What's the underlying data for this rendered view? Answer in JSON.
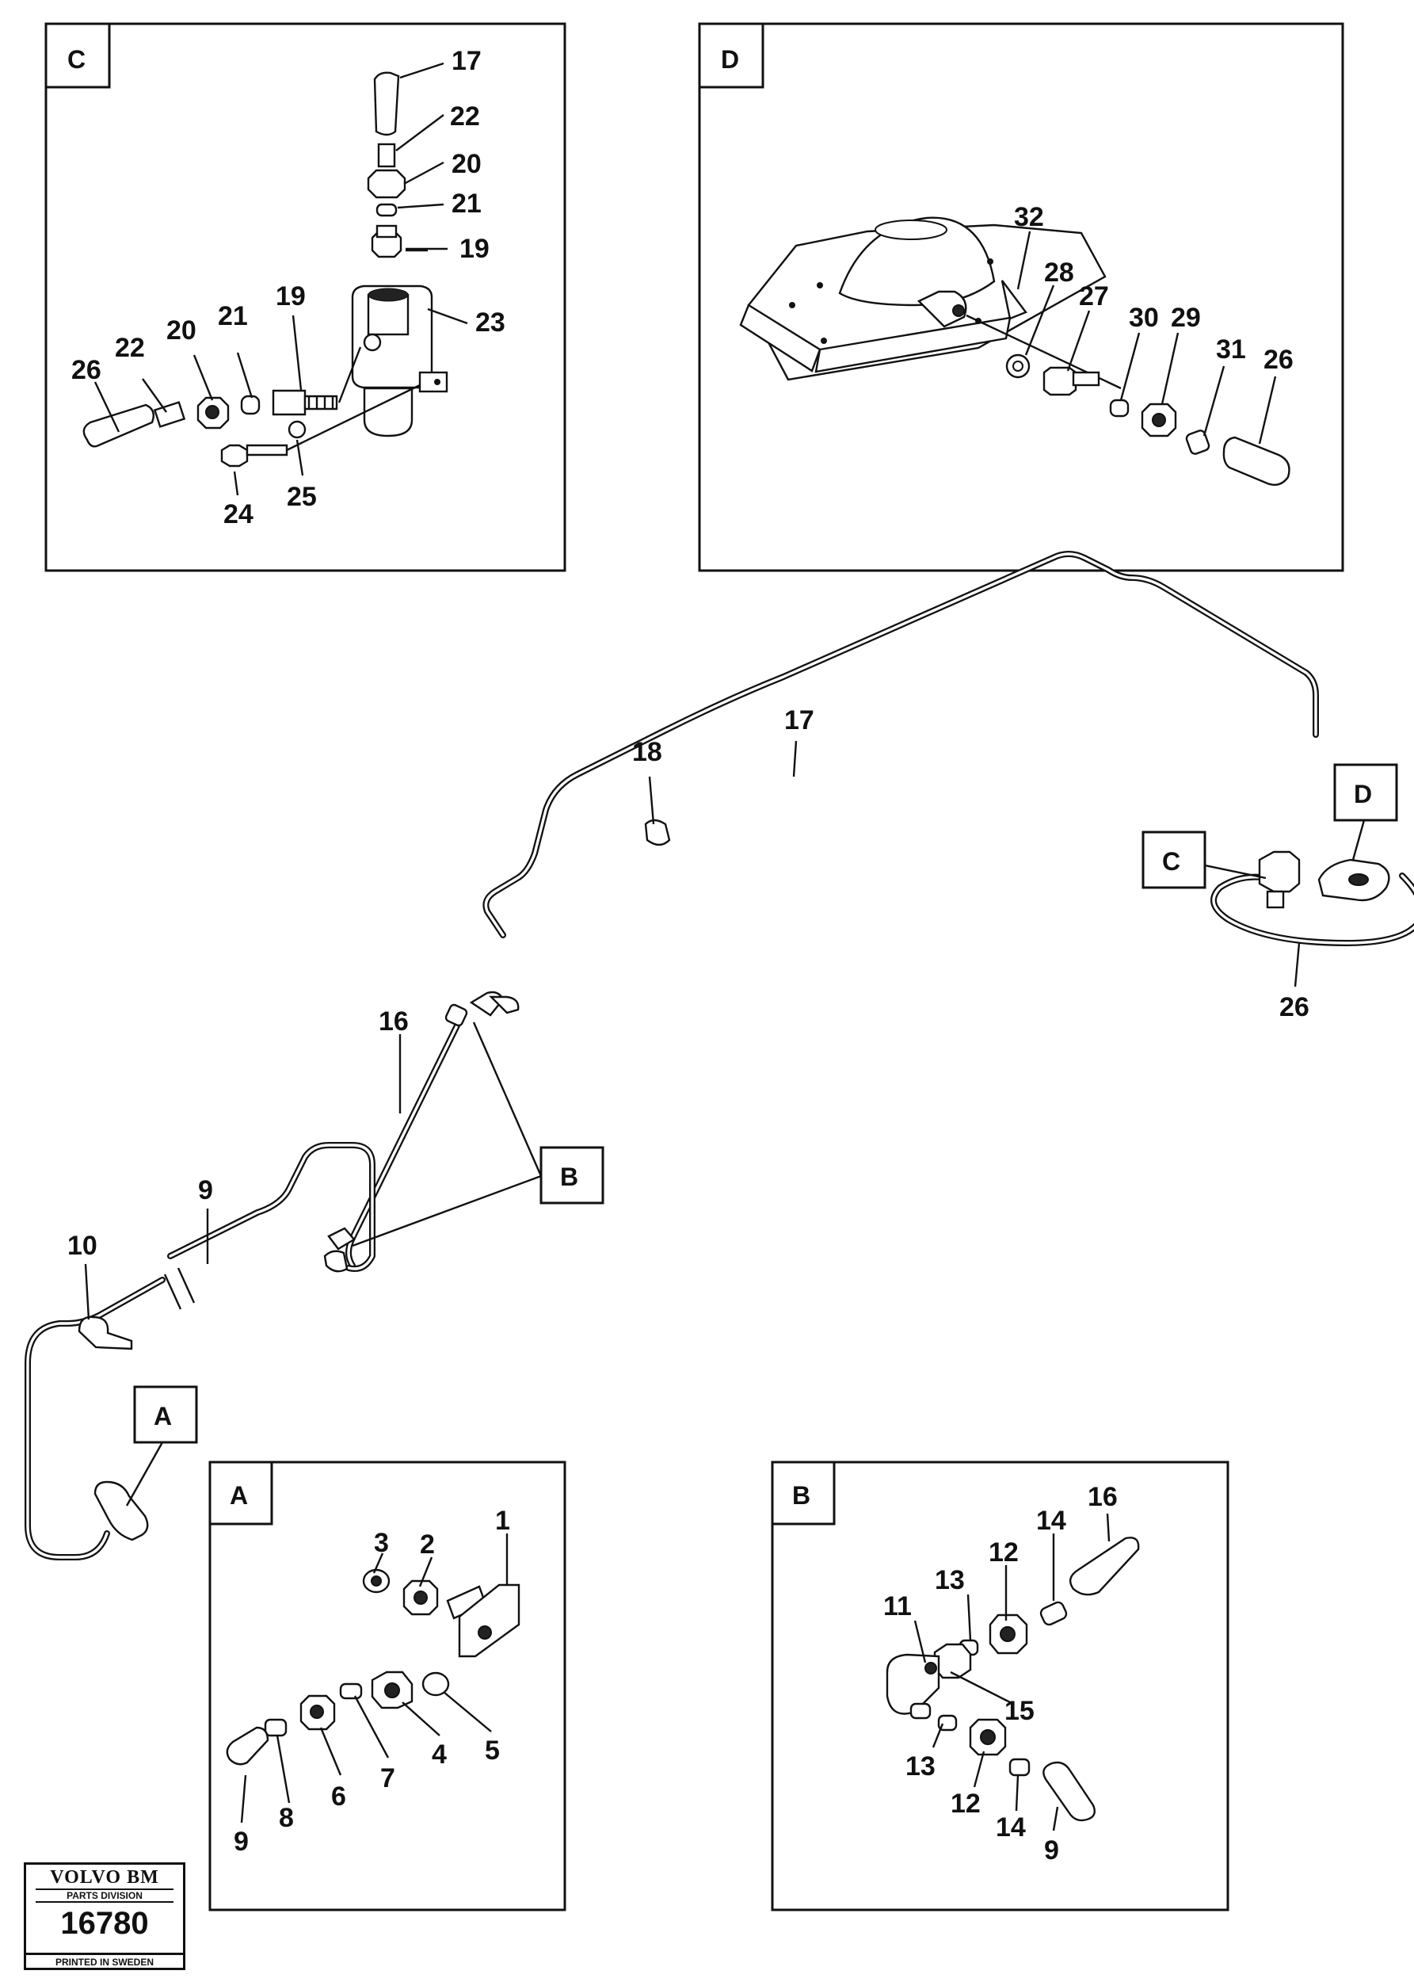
{
  "detail_boxes": {
    "C": {
      "label": "C",
      "callouts": [
        "17",
        "22",
        "20",
        "21",
        "19",
        "23",
        "26",
        "22",
        "20",
        "21",
        "19",
        "24",
        "25"
      ]
    },
    "D": {
      "label": "D",
      "callouts": [
        "32",
        "28",
        "27",
        "30",
        "29",
        "31",
        "26"
      ]
    },
    "A": {
      "label": "A",
      "callouts": [
        "3",
        "2",
        "1",
        "5",
        "4",
        "7",
        "6",
        "8",
        "9"
      ]
    },
    "B": {
      "label": "B",
      "callouts": [
        "16",
        "14",
        "12",
        "13",
        "11",
        "15",
        "13",
        "12",
        "14",
        "9"
      ]
    }
  },
  "main_assembly": {
    "callouts": [
      "17",
      "18",
      "16",
      "9",
      "10",
      "26"
    ],
    "refs": [
      "A",
      "B",
      "C",
      "D"
    ]
  },
  "logo": {
    "brand": "VOLVO BM",
    "division": "PARTS DIVISION",
    "number": "16780",
    "printed": "PRINTED IN SWEDEN"
  }
}
